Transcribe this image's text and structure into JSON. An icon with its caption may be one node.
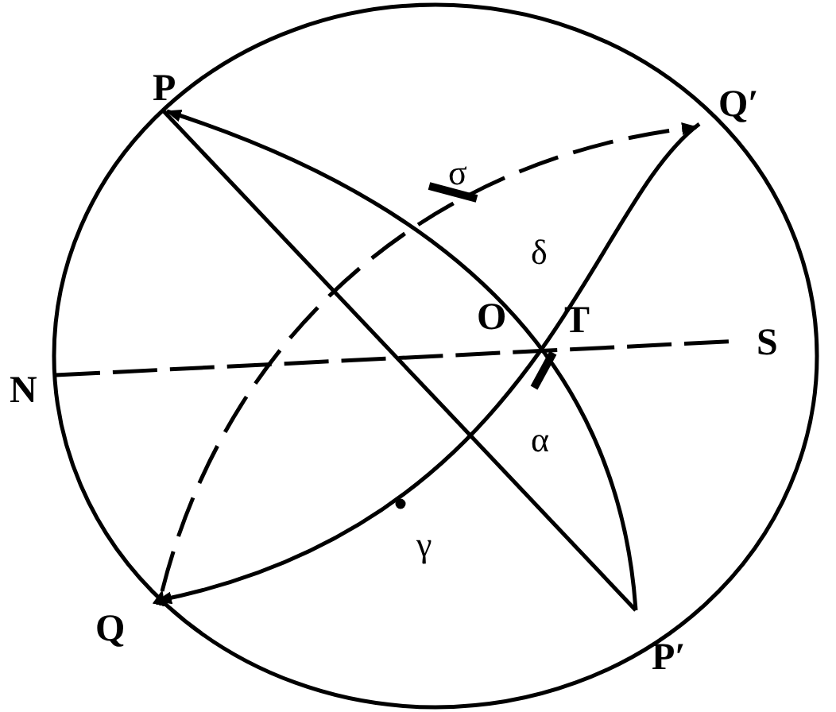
{
  "diagram": {
    "labels": [
      "P",
      "Q′",
      "σ",
      "δ",
      "N",
      "O",
      "T",
      "S",
      "α",
      "γ",
      "Q",
      "P′"
    ]
  }
}
